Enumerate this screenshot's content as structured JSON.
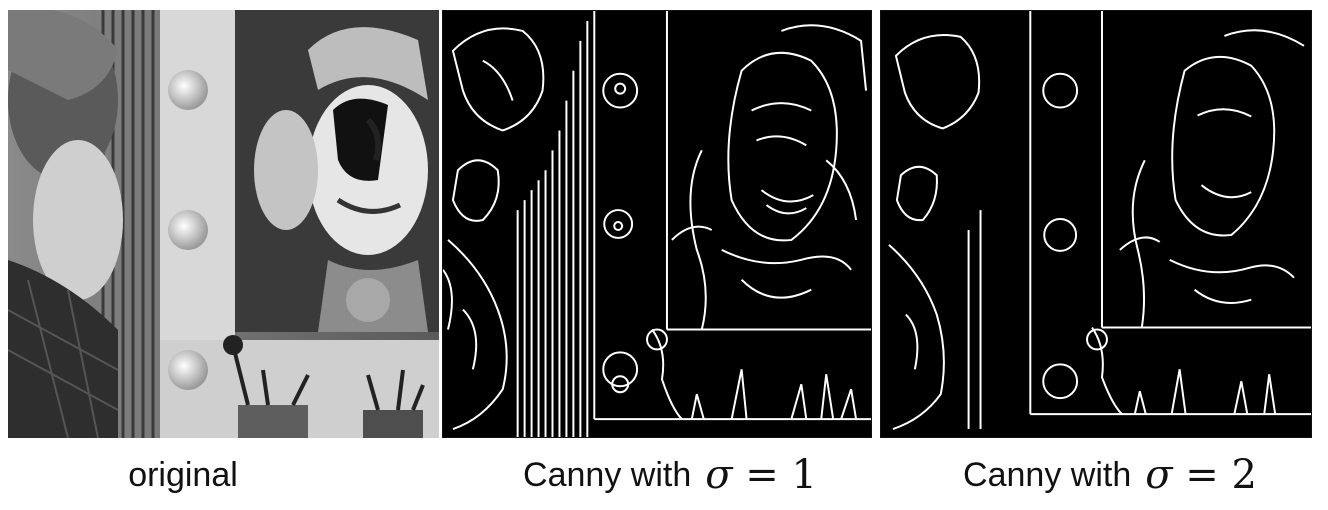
{
  "panels": [
    {
      "id": "original",
      "caption_text": "original",
      "caption_math": ""
    },
    {
      "id": "canny-1",
      "caption_text": "Canny with",
      "caption_symbol": "σ",
      "caption_rest": "= 1"
    },
    {
      "id": "canny-2",
      "caption_text": "Canny with",
      "caption_symbol": "σ",
      "caption_rest": "= 2"
    }
  ]
}
